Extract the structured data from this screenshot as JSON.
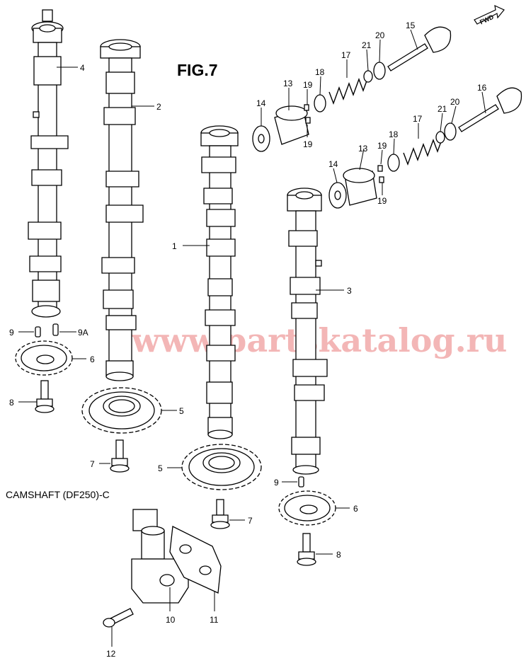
{
  "figure": {
    "title": "FIG.7",
    "caption": "CAMSHAFT (DF250)-C",
    "fwd_label": "FWD",
    "watermark": "www.partskatalog.ru",
    "watermark_color": "#f3b6b6"
  },
  "callouts": {
    "c1": "1",
    "c2": "2",
    "c3": "3",
    "c4": "4",
    "c5a": "5",
    "c5b": "5",
    "c6a": "6",
    "c6b": "6",
    "c7a": "7",
    "c7b": "7",
    "c8a": "8",
    "c8b": "8",
    "c9a": "9",
    "c9b": "9",
    "c9A": "9A",
    "c10": "10",
    "c11": "11",
    "c12": "12",
    "c13a": "13",
    "c13b": "13",
    "c14a": "14",
    "c14b": "14",
    "c15": "15",
    "c16": "16",
    "c17a": "17",
    "c17b": "17",
    "c18a": "18",
    "c18b": "18",
    "c19a": "19",
    "c19b": "19",
    "c19c": "19",
    "c19d": "19",
    "c20a": "20",
    "c20b": "20",
    "c21a": "21",
    "c21b": "21"
  }
}
